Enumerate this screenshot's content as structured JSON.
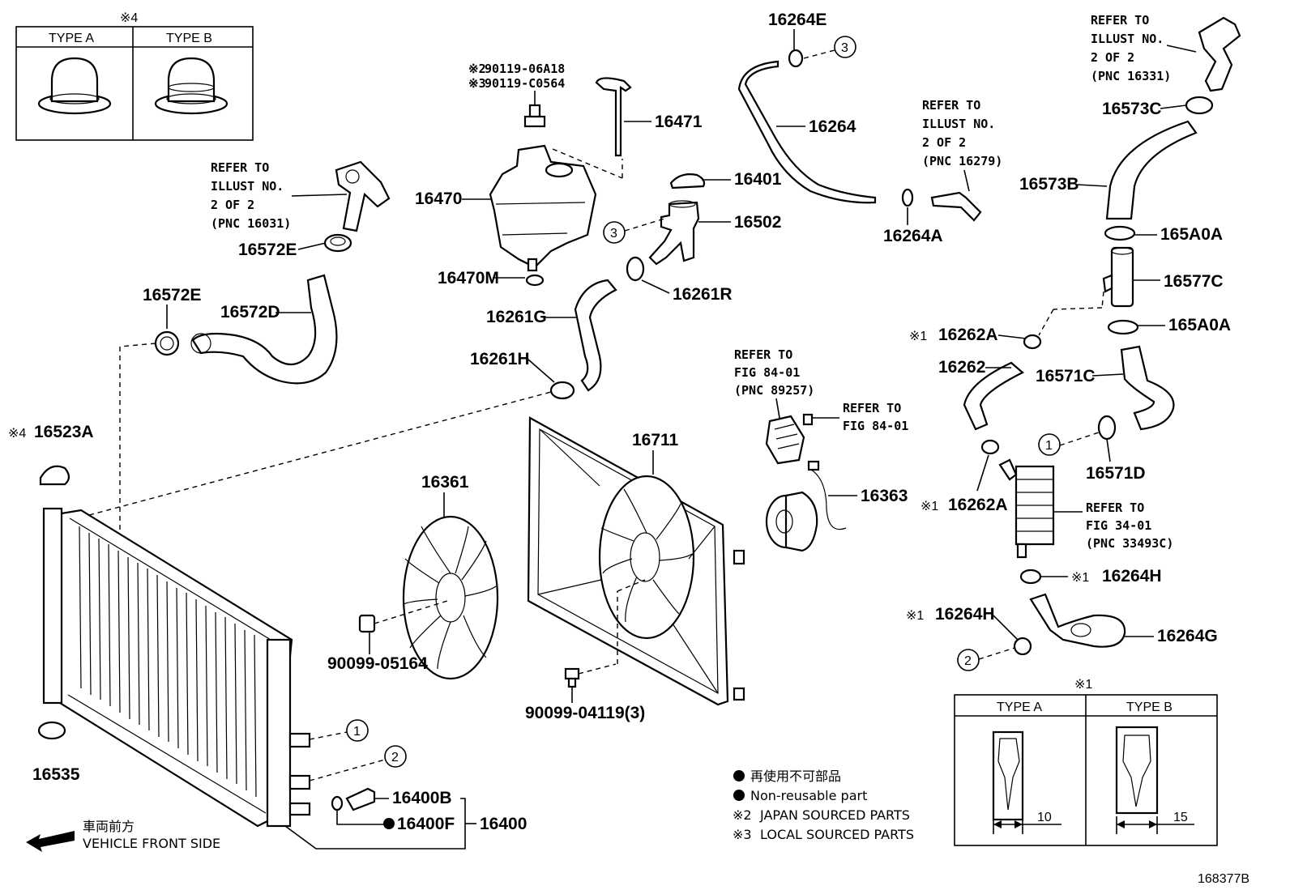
{
  "diagram_id": "168377B",
  "labels": {
    "l16264E": "16264E",
    "l16264": "16264",
    "l16264A": "16264A",
    "l16471": "16471",
    "l16470": "16470",
    "l16470M": "16470M",
    "l16401": "16401",
    "l16502": "16502",
    "l16261R": "16261R",
    "l16261G": "16261G",
    "l16261H": "16261H",
    "l16572E_a": "16572E",
    "l16572E_b": "16572E",
    "l16572D": "16572D",
    "l16523A": "16523A",
    "l16535": "16535",
    "l16361": "16361",
    "l16711": "16711",
    "l16363": "16363",
    "l9009905164": "90099-05164",
    "l9009904119": "90099-04119(3)",
    "l16400B": "16400B",
    "l16400F": "16400F",
    "l16400": "16400",
    "l16573C": "16573C",
    "l16573B": "16573B",
    "l165A0A_a": "165A0A",
    "l165A0A_b": "165A0A",
    "l16577C": "16577C",
    "l16262A_a": "16262A",
    "l16262A_b": "16262A",
    "l16262": "16262",
    "l16571C": "16571C",
    "l16571D": "16571D",
    "l16264H_a": "16264H",
    "l16264H_b": "16264H",
    "l16264G": "16264G",
    "l90119_06A18": "90119-06A18",
    "l90119_C0564": "90119-C0564"
  },
  "marks": {
    "n1": "※1",
    "n2": "※2",
    "n3": "※3",
    "n4": "※4"
  },
  "circles": {
    "c1": "1",
    "c2": "2",
    "c3": "3"
  },
  "refs": {
    "ref1": [
      "REFER TO",
      "ILLUST NO.",
      "2 OF 2",
      "(PNC 16031)"
    ],
    "ref2": [
      "REFER TO",
      "ILLUST NO.",
      "2 OF 2",
      "(PNC 16279)"
    ],
    "ref3": [
      "REFER TO",
      "ILLUST NO.",
      "2 OF 2",
      "(PNC 16331)"
    ],
    "ref4": [
      "REFER TO",
      "FIG 84-01",
      "(PNC 89257)"
    ],
    "ref5": [
      "REFER TO",
      "FIG 84-01"
    ],
    "ref6": [
      "REFER TO",
      "FIG 34-01",
      "(PNC 33493C)"
    ]
  },
  "type_box_top": {
    "type_a": "TYPE A",
    "type_b": "TYPE B"
  },
  "type_box_bottom": {
    "type_a": "TYPE A",
    "type_b": "TYPE B",
    "dim_a": "10",
    "dim_b": "15"
  },
  "legend": {
    "nonreusable_jp": "再使用不可部品",
    "nonreusable_en": "Non-reusable part",
    "japan": "JAPAN SOURCED PARTS",
    "local": "LOCAL SOURCED PARTS"
  },
  "front": {
    "jp": "車両前方",
    "en": "VEHICLE FRONT SIDE"
  }
}
